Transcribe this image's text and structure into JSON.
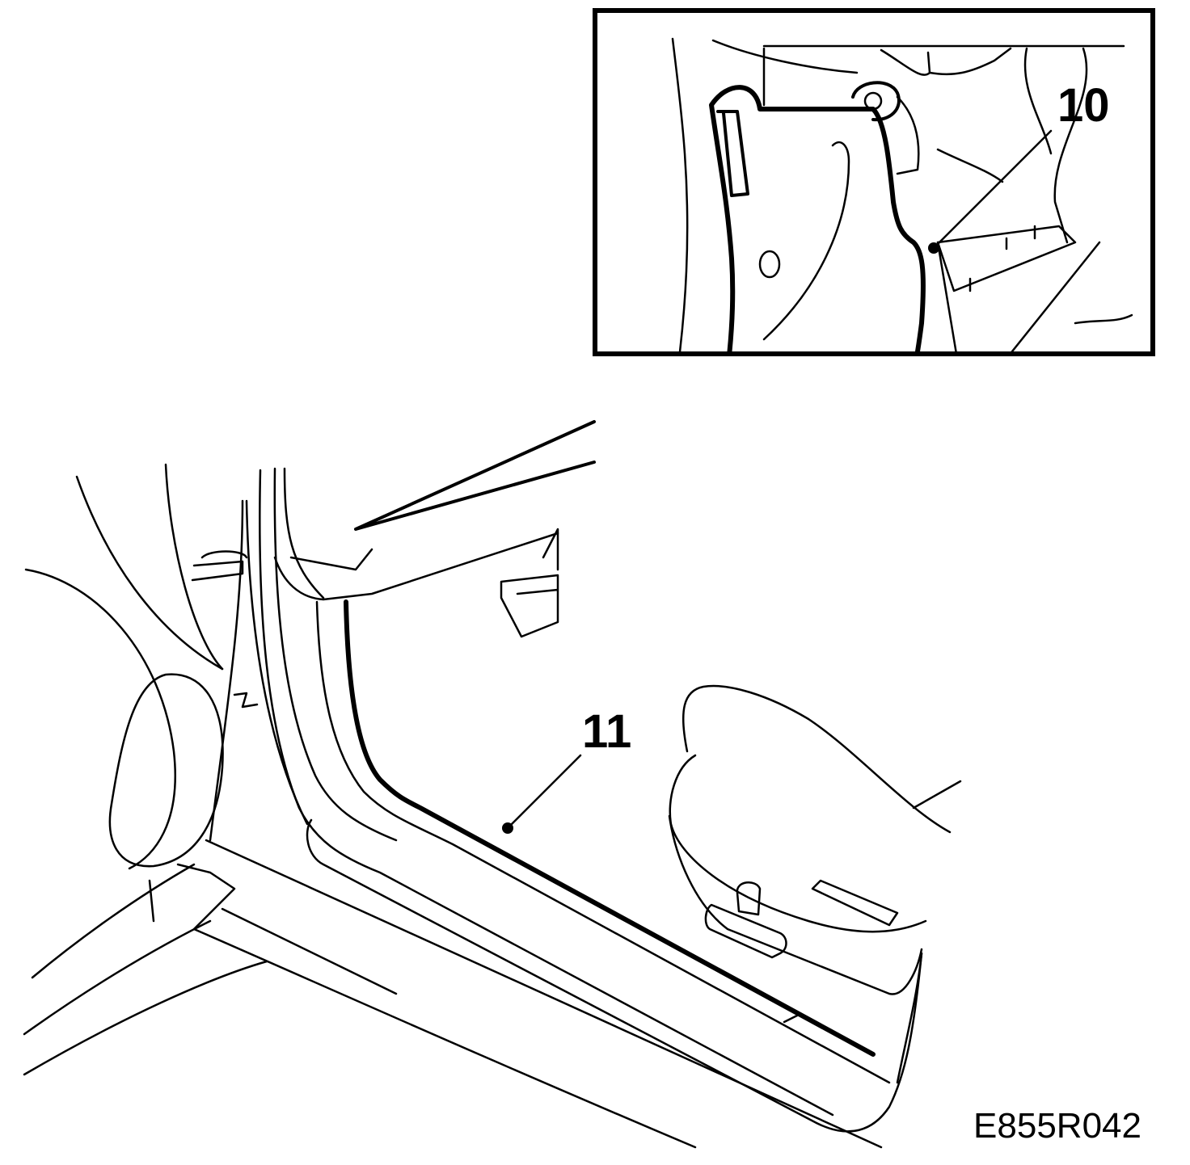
{
  "callouts": {
    "panel_label": "10",
    "sill_label": "11"
  },
  "figure_id": "E855R042",
  "colors": {
    "ink": "#000000",
    "paper": "#ffffff"
  }
}
